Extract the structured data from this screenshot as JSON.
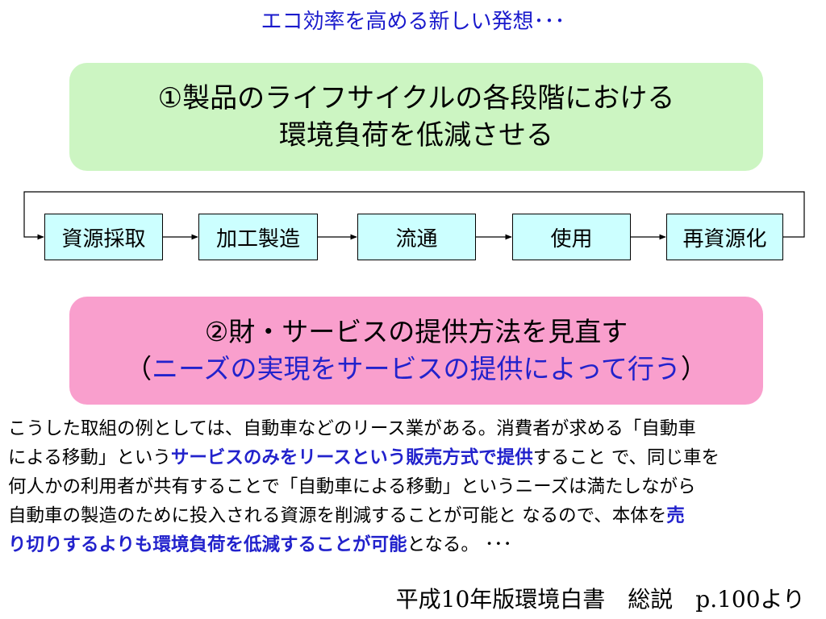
{
  "title": "エコ効率を高める新しい発想･･･",
  "box1": {
    "line1": "①製品のライフサイクルの各段階における",
    "line2": "環境負荷を低減させる"
  },
  "lifecycle": {
    "stages": [
      "資源採取",
      "加工製造",
      "流通",
      "使用",
      "再資源化"
    ]
  },
  "box2": {
    "line1": "②財・サービスの提供方法を見直す",
    "open_paren": "（",
    "line2": "ニーズの実現をサービスの提供によって行う",
    "close_paren": "）"
  },
  "body": {
    "line1": "こうした取組の例としては、自動車などのリース業がある。消費者が求める「自動車",
    "line2a": "による移動」という",
    "line2b": "サービスのみをリースという販売方式で提供",
    "line2c": "すること で、同じ車を",
    "line3": "何人かの利用者が共有することで「自動車による移動」というニーズは満たしながら",
    "line4a": "自動車の製造のために投入される資源を削減することが可能と なるので、本体を",
    "line4b": "売",
    "line5a": "り切りするよりも環境負荷を低減することが可能",
    "line5b": "となる。 ･･･"
  },
  "citation": "平成10年版環境白書　総説　p.100より",
  "colors": {
    "title_text": "#1a1acc",
    "box1_bg": "#ccf5c2",
    "box2_bg": "#f99fcd",
    "stage_bg": "#ccffff",
    "highlight": "#2222cc"
  }
}
